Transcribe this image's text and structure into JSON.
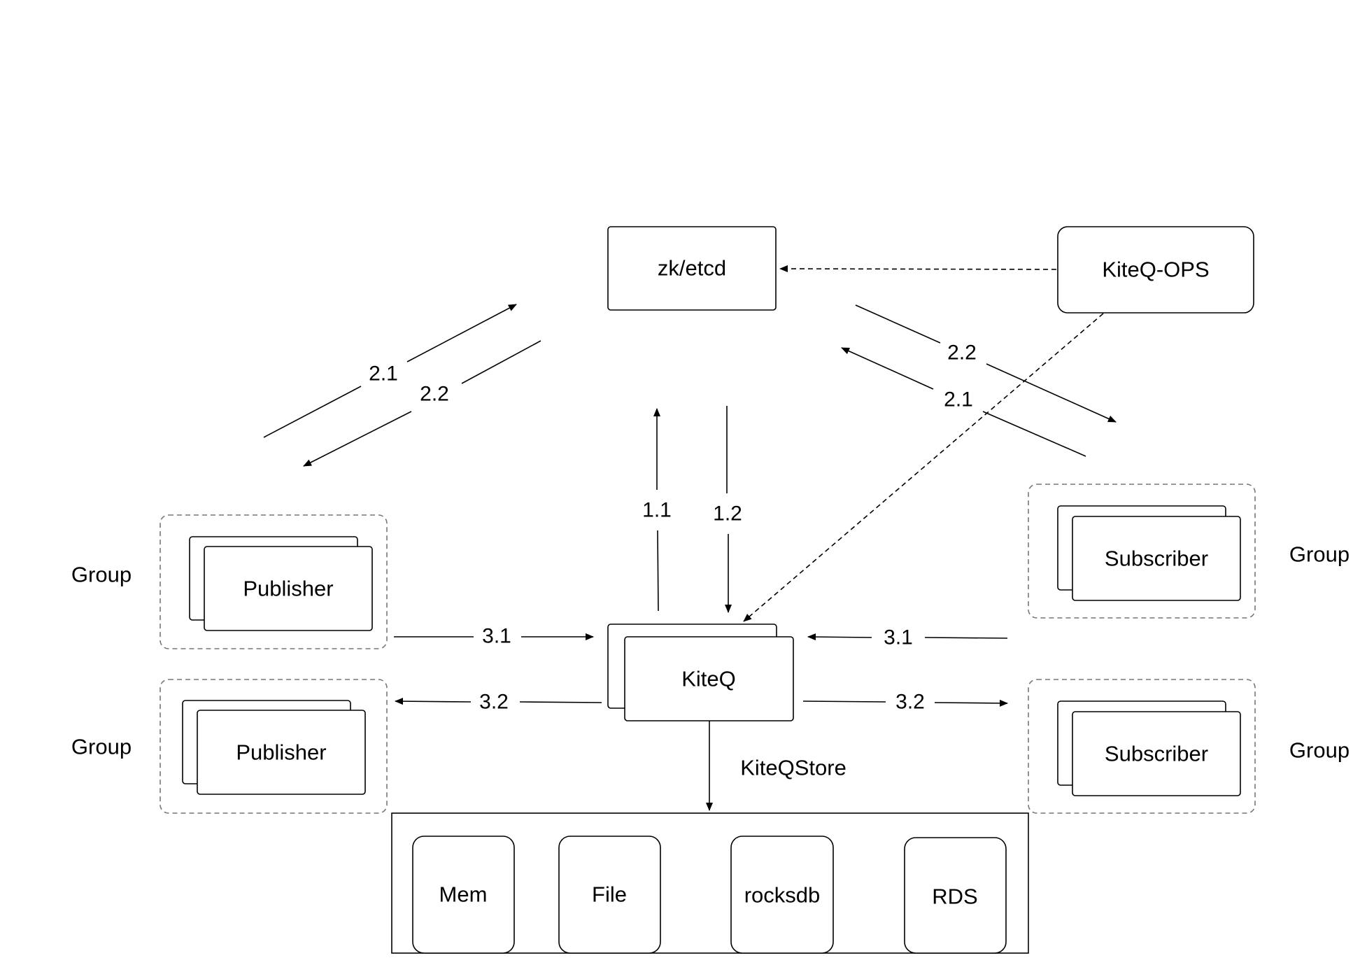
{
  "nodes": {
    "zk_etcd": "zk/etcd",
    "kiteq_ops": "KiteQ-OPS",
    "kiteq": "KiteQ",
    "publisher_1": "Publisher",
    "publisher_2": "Publisher",
    "subscriber_1": "Subscriber",
    "subscriber_2": "Subscriber",
    "group_pub_1": "Group",
    "group_pub_2": "Group",
    "group_sub_1": "Group",
    "group_sub_2": "Group",
    "kiteq_store": "KiteQStore",
    "store_mem": "Mem",
    "store_file": "File",
    "store_rocksdb": "rocksdb",
    "store_rds": "RDS"
  },
  "edges": {
    "pub_register": "2.1",
    "pub_notify": "2.2",
    "sub_notify": "2.2",
    "sub_register": "2.1",
    "kiteq_register": "1.1",
    "kiteq_notify": "1.2",
    "pub_send": "3.1",
    "pub_ack": "3.2",
    "sub_ack": "3.1",
    "sub_push": "3.2"
  }
}
